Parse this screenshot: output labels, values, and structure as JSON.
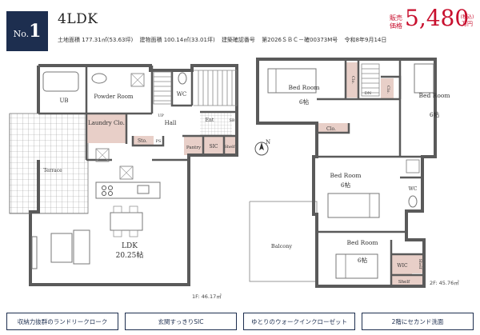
{
  "header": {
    "number_prefix": "No.",
    "number": "1",
    "layout": "4LDK",
    "info": {
      "land_area": "土地面積 177.31㎡(53.63坪)",
      "building_area": "建物面積 100.14㎡(33.01坪)",
      "confirmation": "建築確認番号",
      "confirmation_number": "第2026ＳＢＣ－確00373M号",
      "date": "令和8年9月14日"
    },
    "price": {
      "label": "販売価格",
      "value": "5,480",
      "tax_note": "(税込)",
      "unit": "万円"
    }
  },
  "floor1": {
    "rooms": {
      "ub": "UB",
      "powder": "Powder Room",
      "wc": "WC",
      "laundry": "Laundry Clo.",
      "hall": "Hall",
      "up": "UP",
      "ent": "Ent",
      "sb": "SB",
      "sto": "Sto.",
      "ps": "PS",
      "pantry": "Pantry",
      "sic": "SIC",
      "shelf": "Shelf",
      "terrace": "Terrace",
      "ldk_name": "LDK",
      "ldk_size": "20.25帖"
    },
    "area": "1F: 46.17㎡"
  },
  "floor2": {
    "rooms": {
      "bed1_name": "Bed Room",
      "bed1_size": "6帖",
      "bed2_name": "Bed Room",
      "bed2_size": "6帖",
      "bed3_name": "Bed Room",
      "bed3_size": "6帖",
      "bed4_name": "Bed Room",
      "bed4_size": "6帖",
      "clo1": "Clo.",
      "clo2": "Clo.",
      "clo3": "Clo.",
      "dn": "DN",
      "wc": "WC",
      "wic": "WIC",
      "shelf1": "Shelf",
      "shelf2": "Shelf",
      "balcony": "Balcony"
    },
    "area": "2F: 45.76㎡"
  },
  "compass": "N",
  "features": [
    "収納力抜群のランドリークローク",
    "玄関すっきりSIC",
    "ゆとりのウォークインクローゼット",
    "2階にセカンド洗面"
  ],
  "colors": {
    "navy": "#1d2e4f",
    "price_red": "#c8102e",
    "wall": "#5a5a5a",
    "storage_pink": "#e8cfc8"
  }
}
